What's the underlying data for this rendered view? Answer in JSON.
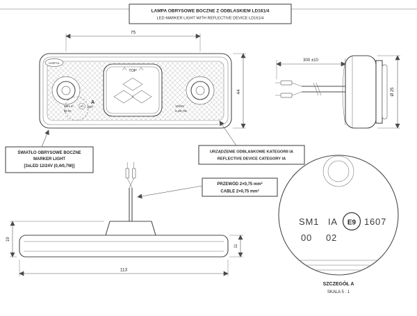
{
  "title": {
    "line1": "LAMPA OBRYSOWE BOCZNE Z ODBLASKIEM LD161/4",
    "line2": "LED MARKER LIGHT WITH REFLECTIVE DEVICE LD161/4"
  },
  "front_view": {
    "brand": "HORPOL",
    "top_label": "TOP",
    "detail_letter": "A",
    "marking_line1": "SM1 IA",
    "marking_line2": "00 02",
    "marking_e": "E9",
    "marking_num": "1607",
    "marking_right1": "12/24V",
    "marking_right2": "0,4/0,7W",
    "dim_hole_spacing": "75",
    "dim_height": "44"
  },
  "side_view": {
    "dim_cable": "300 ±10",
    "dim_right": "Ø 25"
  },
  "callouts": {
    "marker_light": {
      "line1": "ŚWIATŁO OBRYSOWE BOCZNE",
      "line2": "MARKER LIGHT",
      "line3": "[3xLED 12/24V (0,4/0,7W)]"
    },
    "reflective": {
      "line1": "URZĄDZENIE ODBLASKOWE KATEGORII IA",
      "line2": "REFLECTIVE DEVICE CATEGORY IA"
    },
    "cable": {
      "line1": "PRZEWÓD 2×0,75 mm²",
      "line2": "CABLE 2×0,75 mm²"
    }
  },
  "bottom_view": {
    "dim_total_height": "19",
    "dim_body_height": "11",
    "dim_length": "113"
  },
  "detail_a": {
    "sm1": "SM1",
    "ia": "IA",
    "e_mark": "E9",
    "number": "1607",
    "row2_left": "00",
    "row2_right": "02",
    "caption_line1": "SZCZEGÓŁ A",
    "caption_line2": "SKALA 5 : 1"
  },
  "colors": {
    "line": "#4a4a4a",
    "text": "#262626",
    "hatch": "#a8a8a8",
    "background": "#ffffff"
  }
}
